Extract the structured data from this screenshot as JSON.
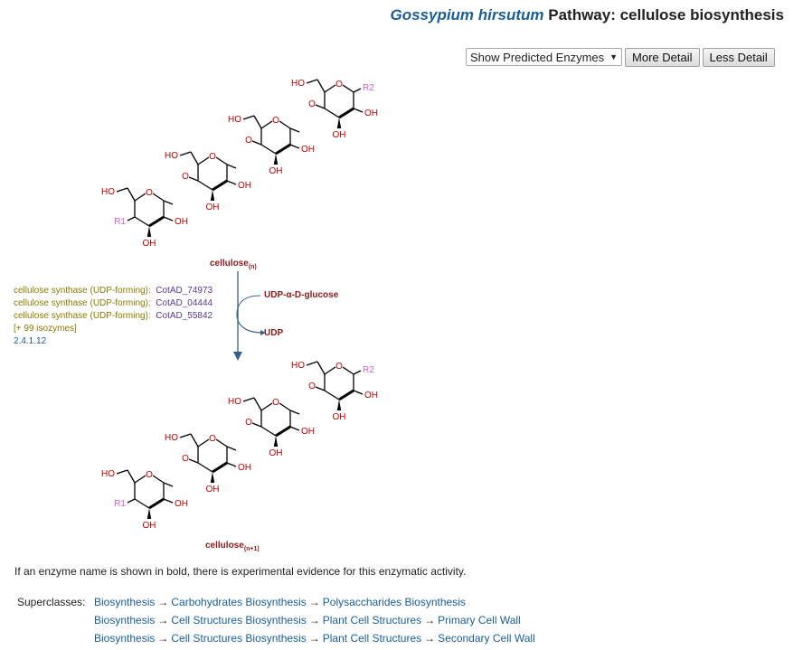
{
  "title": {
    "organism": "Gossypium hirsutum",
    "rest": "Pathway: cellulose biosynthesis"
  },
  "controls": {
    "select_value": "Show Predicted Enzymes",
    "more_label": "More Detail",
    "less_label": "Less Detail"
  },
  "molecule_labels": {
    "ho": "HO",
    "oh": "OH",
    "o": "O",
    "r1": "R1",
    "r2": "R2"
  },
  "compounds": {
    "top": {
      "name": "cellulose",
      "sub": "(n)"
    },
    "bottom": {
      "name": "cellulose",
      "sub": "(n+1)"
    }
  },
  "reaction": {
    "enzymes": [
      {
        "name": "cellulose synthase (UDP-forming):",
        "gene": "CotAD_74973"
      },
      {
        "name": "cellulose synthase (UDP-forming):",
        "gene": "CotAD_04444"
      },
      {
        "name": "cellulose synthase (UDP-forming):",
        "gene": "CotAD_55842"
      }
    ],
    "isozymes": "[+ 99 isozymes]",
    "ec": "2.4.1.12",
    "side_in": "UDP-α-D-glucose",
    "side_out": "UDP"
  },
  "colors": {
    "heteroatom": "#c00000",
    "r_group": "#d060c0",
    "arrow": "#3a5f8a",
    "link": "#1b5e96"
  },
  "evidence_note": "If an enzyme name is shown in bold, there is experimental evidence for this enzymatic activity.",
  "superclasses": {
    "label": "Superclasses:",
    "separator": "→",
    "paths": [
      [
        "Biosynthesis",
        "Carbohydrates Biosynthesis",
        "Polysaccharides Biosynthesis"
      ],
      [
        "Biosynthesis",
        "Cell Structures Biosynthesis",
        "Plant Cell Structures",
        "Primary Cell Wall"
      ],
      [
        "Biosynthesis",
        "Cell Structures Biosynthesis",
        "Plant Cell Structures",
        "Secondary Cell Wall"
      ]
    ]
  }
}
